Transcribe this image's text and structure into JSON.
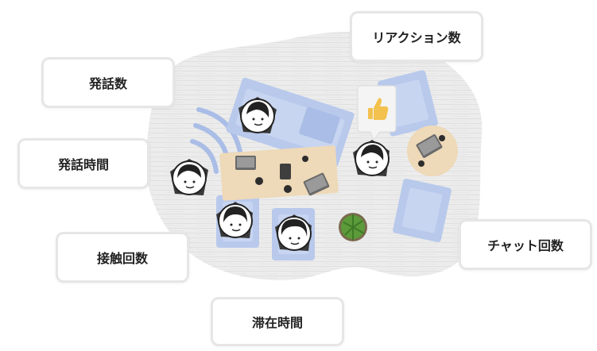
{
  "labels": {
    "reaction_count": "リアクション数",
    "speak_count": "発話数",
    "speak_time": "発話時間",
    "contact_count": "接触回数",
    "stay_time": "滞在時間",
    "chat_count": "チャット回数"
  },
  "icons": [
    "thumbs-up-icon",
    "person-avatar-icon",
    "laptop-icon",
    "tablet-icon",
    "plant-icon",
    "sound-wave-icon"
  ],
  "colors": {
    "floor": "#e9e9e9",
    "sofa": "#b8c9ec",
    "sofa_dark": "#9db3e0",
    "table": "#eed9b8",
    "label_border": "#e6e6e6",
    "reaction_icon": "#f2c14e"
  }
}
